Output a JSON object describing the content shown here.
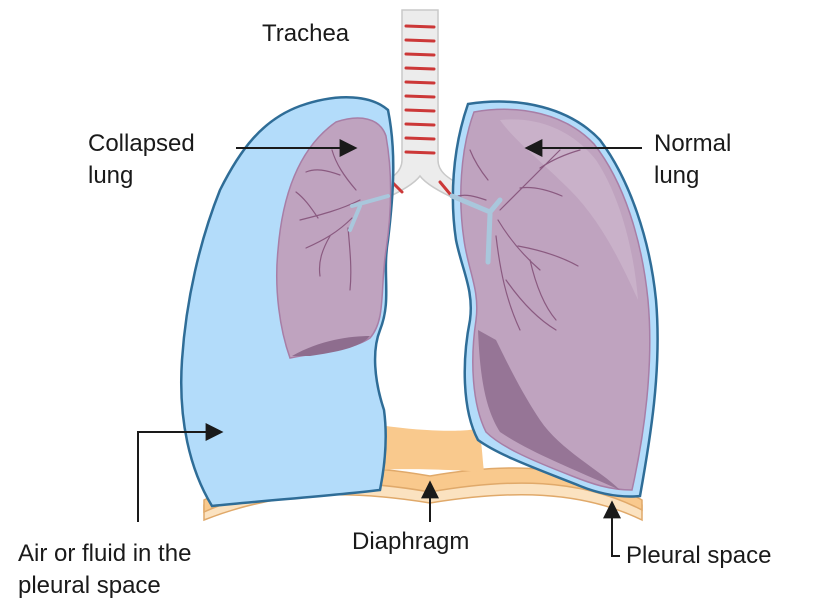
{
  "labels": {
    "trachea": "Trachea",
    "collapsed_lung_line1": "Collapsed",
    "collapsed_lung_line2": "lung",
    "normal_lung_line1": "Normal",
    "normal_lung_line2": "lung",
    "diaphragm": "Diaphragm",
    "air_fluid_line1": "Air or fluid in the",
    "air_fluid_line2": "pleural space",
    "pleural_space": "Pleural space"
  },
  "colors": {
    "pleural_fluid": "#b3dcfa",
    "outline": "#2f6d97",
    "lung": "#bfa3bf",
    "lung_highlight": "#d1bad1",
    "lung_edge": "#a87ea6",
    "lung_shadow": "#8e6d8e",
    "vessel": "#8a5a80",
    "trachea_wall": "#ececec",
    "trachea_ring": "#cc3838",
    "diaphragm": "#f9c98d",
    "diaphragm_edge": "#e0a96a",
    "arrow": "#1a1a1a"
  }
}
